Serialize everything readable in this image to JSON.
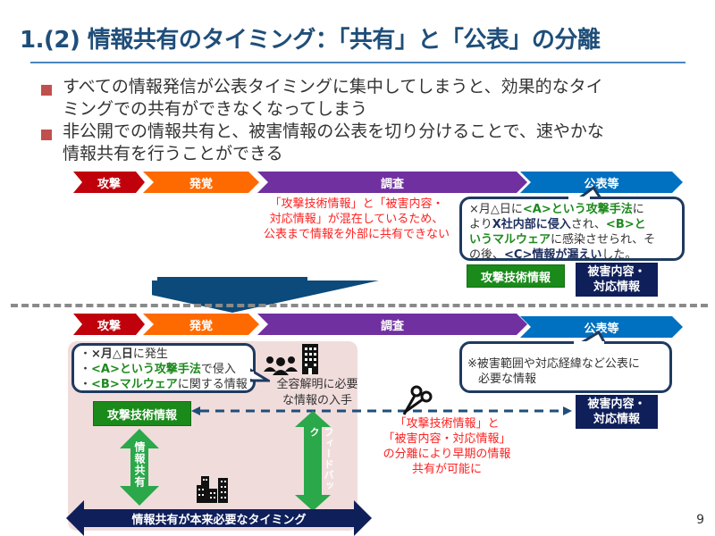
{
  "title": "1.(2) 情報共有のタイミング：「共有」と「公表」の分離",
  "bullets": [
    {
      "line1": "すべての情報発信が公表タイミングに集中してしまうと、効果的なタイ",
      "line2": "ミングでの共有ができなくなってしまう"
    },
    {
      "line1": "非公開での情報共有と、被害情報の公表を切り分けることで、速やかな",
      "line2": "情報共有を行うことができる"
    }
  ],
  "colors": {
    "title": "#1f4e79",
    "bullet": "#c0504d",
    "attack": "#c0000b",
    "detect": "#ff6a00",
    "investigate": "#7030a0",
    "publish": "#0070c0",
    "green": "#1a8a1a",
    "navy": "#0f1f5a",
    "red_text": "#ff2020",
    "pink_bg": "#f1dcdc",
    "arrow_green": "#2aa84a",
    "arrow_navy": "#0f1f5a",
    "big_arrow": "#0b4a7a"
  },
  "timeline": {
    "phases": [
      "攻撃",
      "発覚",
      "調査",
      "公表等"
    ]
  },
  "top": {
    "problem_note": [
      "「攻撃技術情報」と「被害内容・",
      "対応情報」が混在しているため、",
      "公表まで情報を外部に共有できない"
    ],
    "bubble": {
      "p1": "×月△日に",
      "p2": "<A>という攻撃手法",
      "p3": "に",
      "p4": "より",
      "p5": "X社内部に侵入",
      "p6": "され、",
      "p7": "<B>と",
      "p8": "いうマルウェア",
      "p9": "に感染させられ、そ",
      "p10": "の後、",
      "p11": "<C>情報が漏えい",
      "p12": "した。"
    },
    "attack_info_label": "攻撃技術情報",
    "damage_info_label": [
      "被害内容・",
      "対応情報"
    ]
  },
  "bottom": {
    "bubble_left": [
      {
        "prefix": "・",
        "bold": "×月△日",
        "rest": "に発生"
      },
      {
        "prefix": "・",
        "bold": "<A>という攻撃手法",
        "rest": "で侵入"
      },
      {
        "prefix": "・",
        "bold": "<B>マルウェア",
        "rest": "に関する情報"
      }
    ],
    "acquire_note": [
      "全容解明に必要",
      "な情報の入手"
    ],
    "bubble_right": [
      "※被害範囲や対応経緯など公表に",
      "必要な情報"
    ],
    "attack_info_label": "攻撃技術情報",
    "damage_info_label": [
      "被害内容・",
      "対応情報"
    ],
    "separation_note": [
      "「攻撃技術情報」と",
      "「被害内容・対応情報」",
      "の分離により早期の情報",
      "共有が可能に"
    ],
    "share_arrow_label": "情報共有",
    "feedback_arrow_label": "フィードバック",
    "timing_arrow_label": "情報共有が本来必要なタイミング"
  },
  "page_number": "9",
  "icons": {
    "people": "people-group-icon",
    "building": "office-building-icon",
    "buildings": "city-buildings-icon",
    "scissors": "scissors-icon"
  }
}
